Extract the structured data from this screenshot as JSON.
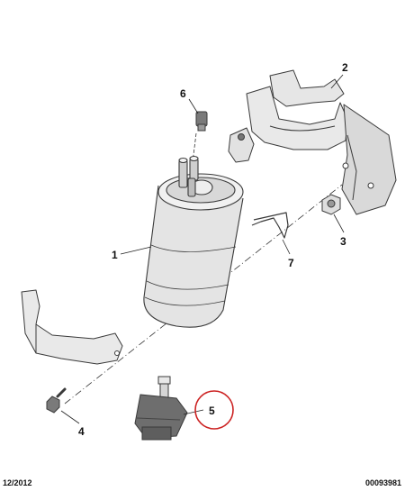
{
  "callouts": {
    "c1": "1",
    "c2": "2",
    "c3": "3",
    "c4": "4",
    "c5": "5",
    "c6": "6",
    "c7": "7"
  },
  "footer": {
    "date": "12/2012",
    "code": "00093981"
  },
  "colors": {
    "line": "#3a3a3a",
    "part_fill": "#e6e6e6",
    "part_shade": "#c9c9c9",
    "dark_part": "#6e6e6e",
    "highlight_circle": "#cc2222"
  }
}
